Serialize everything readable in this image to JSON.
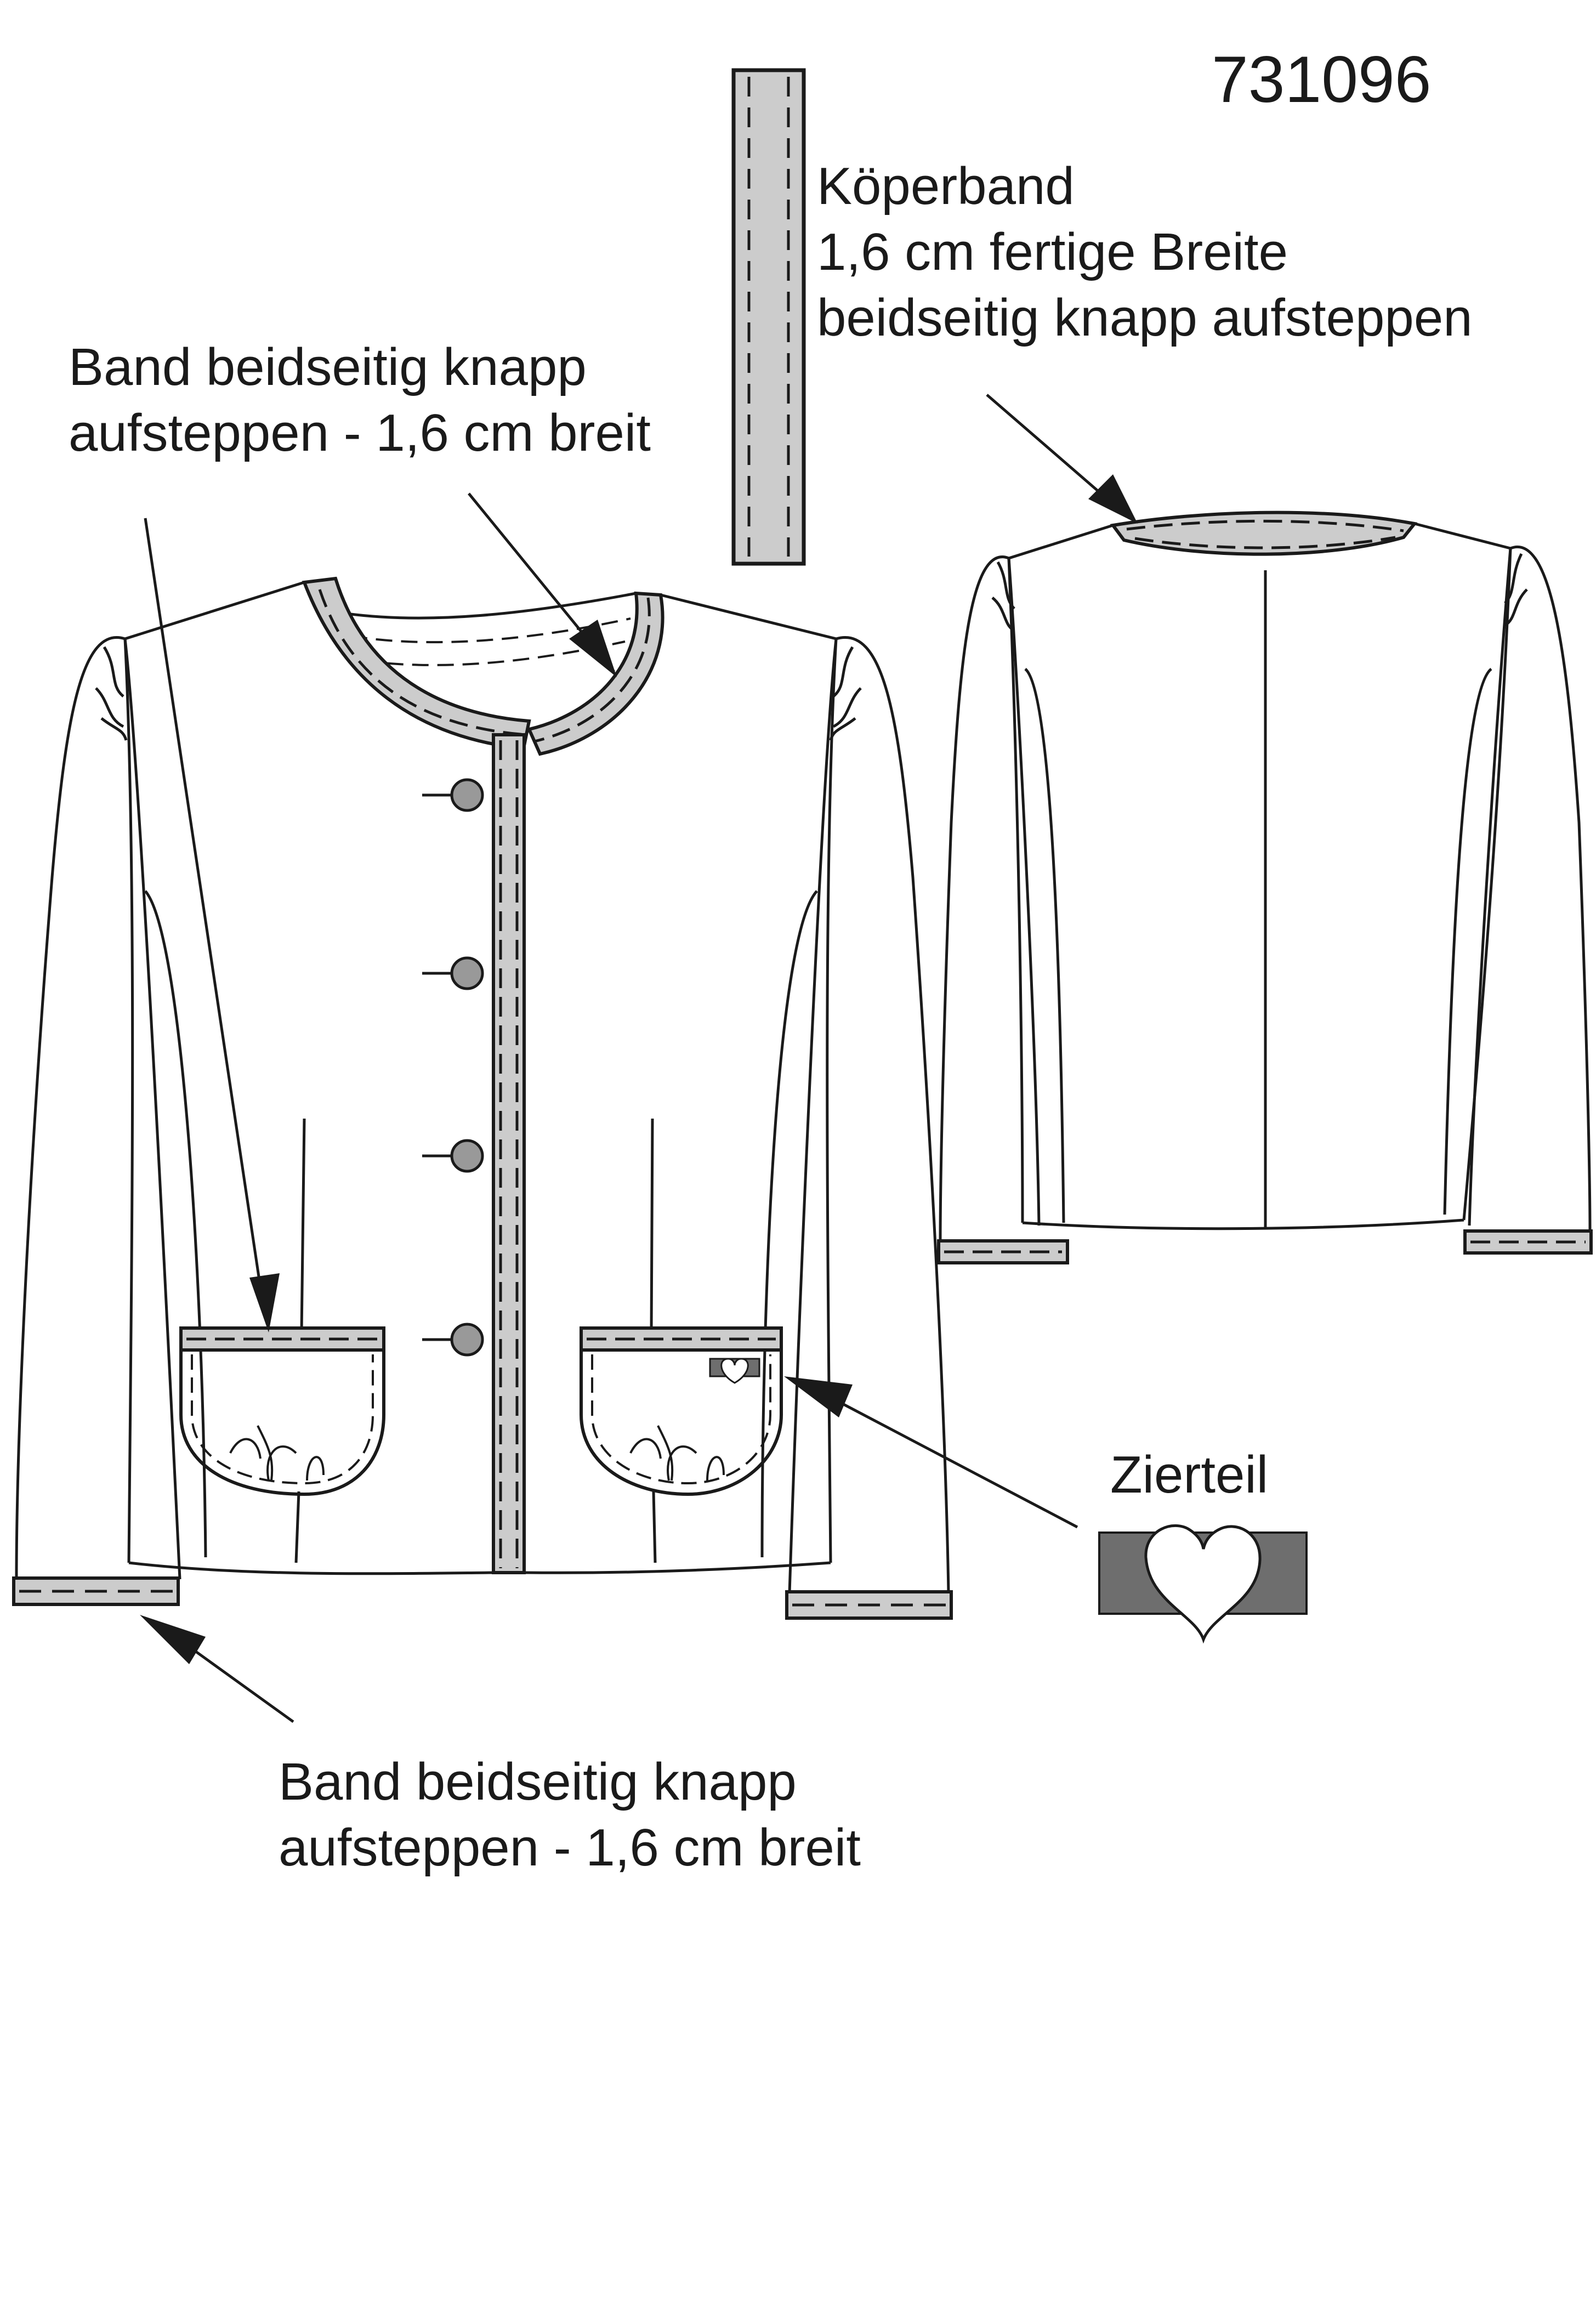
{
  "title": "731096",
  "labels": {
    "koeperband": {
      "line1": "Köperband",
      "line2": "1,6 cm fertige Breite",
      "line3": "beidseitig knapp aufsteppen"
    },
    "band_top": {
      "line1": "Band beidseitig knapp",
      "line2": "aufsteppen - 1,6 cm breit"
    },
    "band_bottom": {
      "line1": "Band beidseitig knapp",
      "line2": "aufsteppen - 1,6 cm breit"
    },
    "zierteil": "Zierteil"
  },
  "colors": {
    "line": "#1a1a1a",
    "tape": "#cccccc",
    "button": "#999999",
    "ornament": "#6e6e6e",
    "background": "#ffffff"
  }
}
